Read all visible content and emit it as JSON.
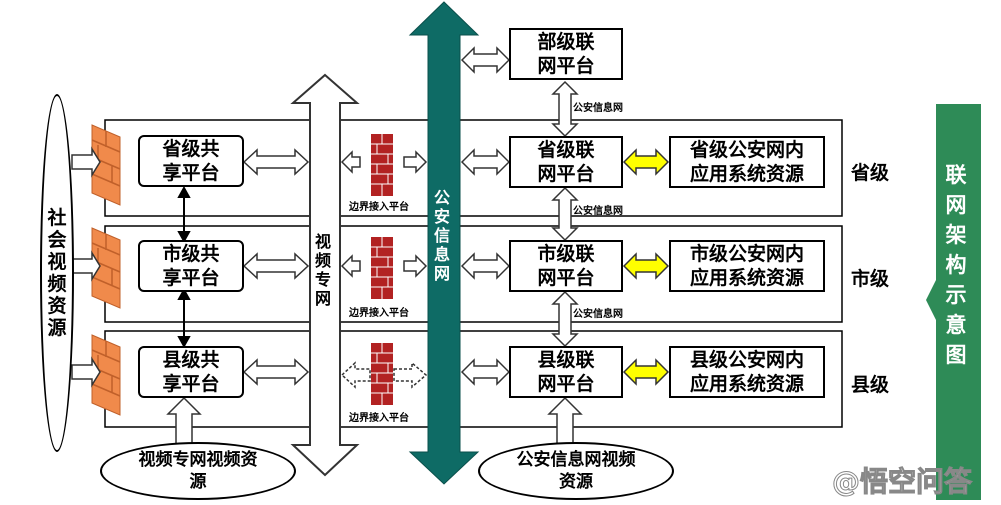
{
  "left_source": {
    "label": "社会视频资源"
  },
  "platforms": {
    "ministry": "部级联网平台",
    "province_share": "省级共享平台",
    "city_share": "市级共享平台",
    "county_share": "县级共享平台",
    "province_net": "省级联网平台",
    "city_net": "市级联网平台",
    "county_net": "县级联网平台",
    "province_app": "省级公安网内应用系统资源",
    "city_app": "市级公安网内应用系统资源",
    "county_app": "县级公安网内应用系统资源"
  },
  "levels": {
    "province": "省级",
    "city": "市级",
    "county": "县级"
  },
  "video_private_net": "视频专网",
  "police_info_net": "公安信息网",
  "link_labels": {
    "l1": "公安信息网",
    "l2": "公安信息网",
    "l3": "公安信息网"
  },
  "boundary": {
    "b1": "边界接入平台",
    "b2": "边界接入平台",
    "b3": "边界接入平台"
  },
  "bottom_sources": {
    "video_net": "视频专网视频资源",
    "police_net": "公安信息网视频资源"
  },
  "side_title": "联网架构示意图",
  "watermark": "@悟空问答",
  "colors": {
    "firewall": "#f08a4b",
    "brick": "#b22222",
    "teal": "#0e6b65",
    "green": "#2e8b57",
    "yellow": "#ffff00"
  }
}
